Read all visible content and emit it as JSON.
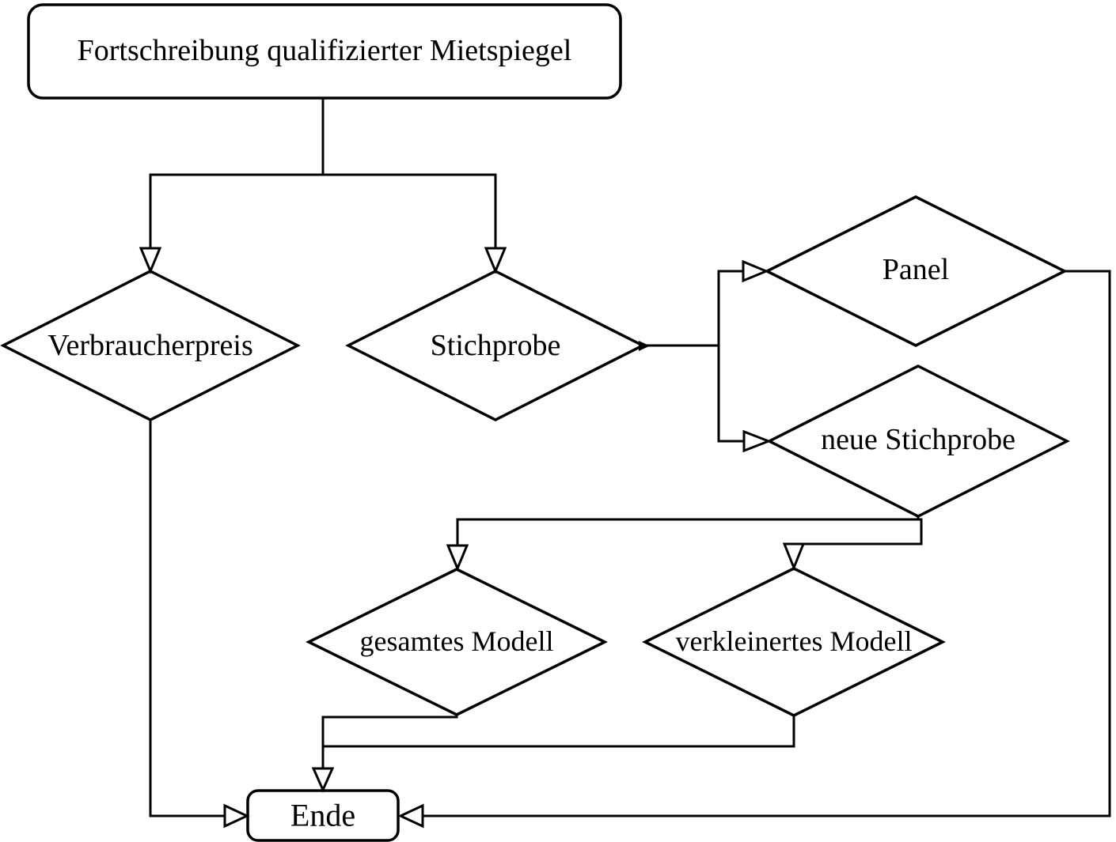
{
  "diagram": {
    "background_color": "#ffffff",
    "line_color": "#000000",
    "nodes": {
      "start": {
        "label": "Fortschreibung qualifizierter Mietspiegel",
        "shape": "rounded-rectangle"
      },
      "verbraucherpreis": {
        "label": "Verbraucherpreis",
        "shape": "diamond"
      },
      "stichprobe": {
        "label": "Stichprobe",
        "shape": "diamond"
      },
      "panel": {
        "label": "Panel",
        "shape": "diamond"
      },
      "neue_stichprobe": {
        "label": "neue Stichprobe",
        "shape": "diamond"
      },
      "gesamtes_modell": {
        "label": "gesamtes Modell",
        "shape": "diamond"
      },
      "verkleinertes_modell": {
        "label": "verkleinertes Modell",
        "shape": "diamond"
      },
      "ende": {
        "label": "Ende",
        "shape": "rounded-rectangle"
      }
    },
    "edges": [
      {
        "from": "start",
        "to": "verbraucherpreis"
      },
      {
        "from": "start",
        "to": "stichprobe"
      },
      {
        "from": "stichprobe",
        "to": "panel"
      },
      {
        "from": "stichprobe",
        "to": "neue_stichprobe"
      },
      {
        "from": "neue_stichprobe",
        "to": "gesamtes_modell"
      },
      {
        "from": "neue_stichprobe",
        "to": "verkleinertes_modell"
      },
      {
        "from": "gesamtes_modell",
        "to": "ende"
      },
      {
        "from": "verkleinertes_modell",
        "to": "ende"
      },
      {
        "from": "verbraucherpreis",
        "to": "ende"
      },
      {
        "from": "panel",
        "to": "ende"
      }
    ]
  }
}
